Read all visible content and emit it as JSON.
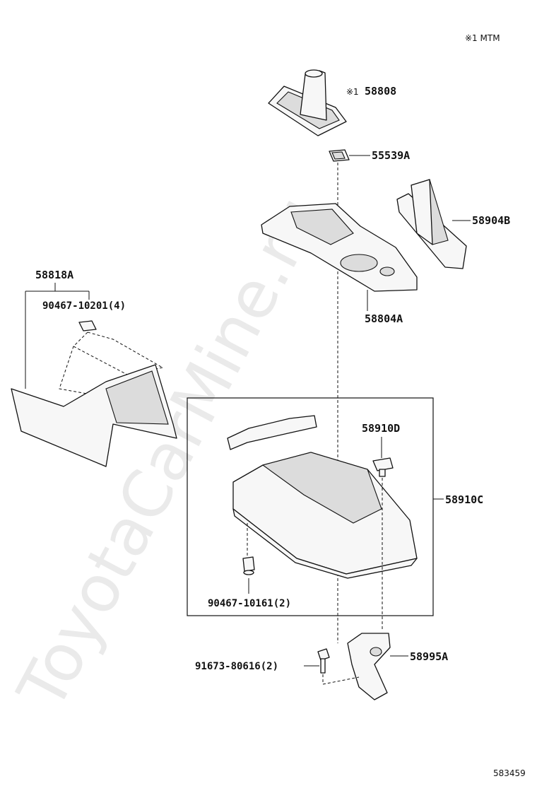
{
  "note": "※1 MTM",
  "diagram_id": "583459",
  "watermark": "ToyotaCarMine.ru",
  "parts": {
    "p58808": {
      "prefix": "※1",
      "number": "58808"
    },
    "p55539A": "55539A",
    "p58904B": "58904B",
    "p58804A": "58804A",
    "p58818A": "58818A",
    "p90467_10201": "90467-10201(4)",
    "p58910D": "58910D",
    "p58910C": "58910C",
    "p90467_10161": "90467-10161(2)",
    "p91673_80616": "91673-80616(2)",
    "p58995A": "58995A"
  }
}
